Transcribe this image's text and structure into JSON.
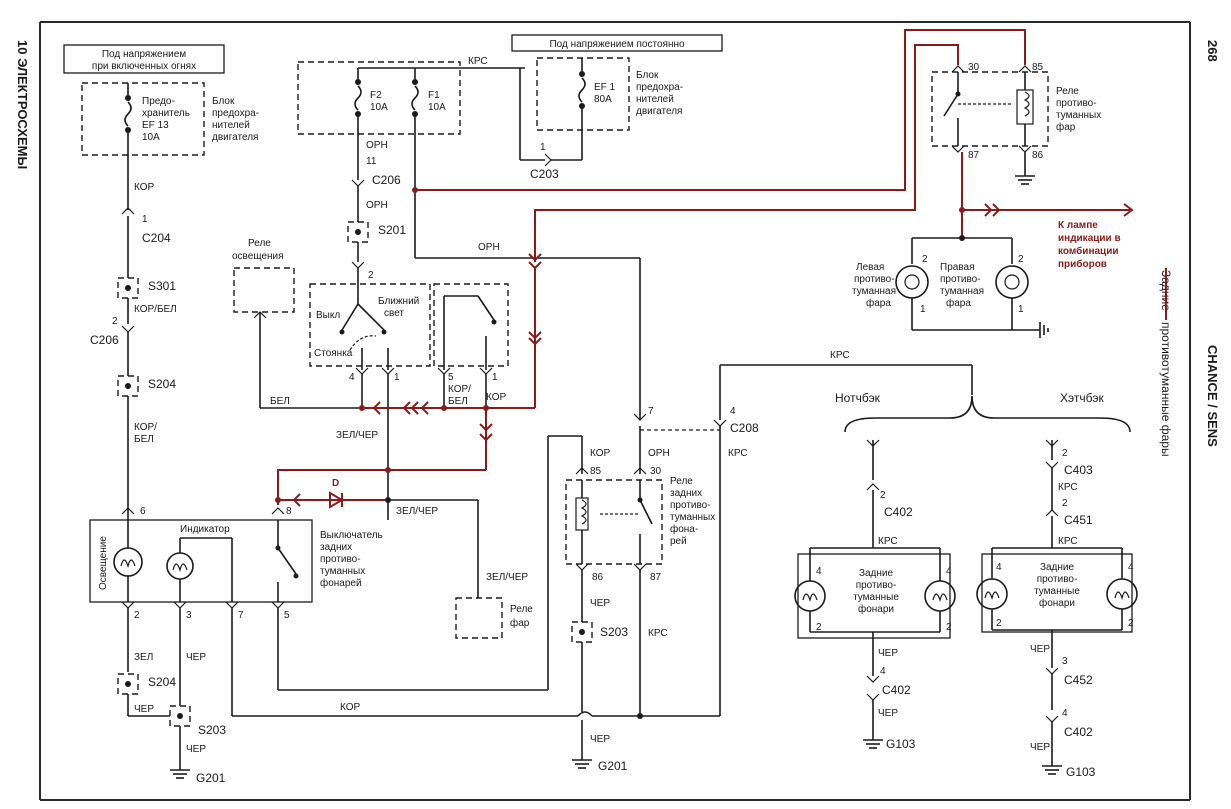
{
  "margin": {
    "left_header": "10 ЭЛЕКТРОСХЕМЫ",
    "page_number": "268",
    "model": "CHANCE / SENS",
    "title_struck": "Задние",
    "title_rest": "противотуманные фары"
  },
  "top": {
    "lights_on_label": [
      "Под напряжением",
      "при включенных огнях"
    ],
    "constant_label": "Под напряжением постоянно",
    "wire_top": "КРС"
  },
  "fuse_ef13": {
    "label": [
      "Предо-",
      "хранитель",
      "EF 13",
      "10A"
    ],
    "block": [
      "Блок",
      "предохра-",
      "нителей",
      "двигателя"
    ]
  },
  "fuse_f2": {
    "name": "F2",
    "rating": "10A"
  },
  "fuse_f1": {
    "name": "F1",
    "rating": "10A"
  },
  "fuse_ef1": {
    "name": "EF 1",
    "rating": "80A",
    "block": [
      "Блок",
      "предохра-",
      "нителей",
      "двигателя"
    ]
  },
  "connectors": {
    "c203": "C203",
    "c203_pin": "1",
    "c204": "C204",
    "c204_pin": "1",
    "c206_top": "C206",
    "c206_top_pin": "11",
    "c206_left": "C206",
    "c206_left_pin": "2",
    "s201": "S201",
    "s201_pin": "2",
    "s301": "S301",
    "s204_upper": "S204",
    "s204_lower": "S204",
    "s203_left": "S203",
    "s203_mid": "S203",
    "c208": "C208",
    "c208_pin": "4",
    "c208_pin_relay": "7"
  },
  "wires": {
    "kor_1": "КОР",
    "kor_bel_1": "КОР/БЕЛ",
    "kor_bel_2": [
      "КОР/",
      "БЕЛ"
    ],
    "orn_1": "ОРН",
    "orn_2": "ОРН",
    "orn_3": "ОРН",
    "orn_relay": "ОРН",
    "bel": "БЕЛ",
    "kor_bel_sw": [
      "КОР/",
      "БЕЛ"
    ],
    "kor_sw": "КОР",
    "zel_cher_1": "ЗЕЛ/ЧЕР",
    "zel_cher_2": "ЗЕЛ/ЧЕР",
    "zel_cher_3": "ЗЕЛ/ЧЕР",
    "zel": "ЗЕЛ",
    "cher_left_1": "ЧЕР",
    "cher_left_2": "ЧЕР",
    "cher_left_3": "ЧЕР",
    "kor_bottom": "КОР",
    "kor_relay": "КОР",
    "cher_relay": "ЧЕР",
    "cher_relay_2": "ЧЕР",
    "krs_relay": "КРС",
    "krs_c208": "КРС",
    "krs_top_right": "КРС"
  },
  "light_switch": {
    "off": "Выкл",
    "park": "Стоянка",
    "low_beam": [
      "Ближний",
      "свет"
    ],
    "pins": [
      "4",
      "1",
      "5",
      "1"
    ]
  },
  "relays": {
    "lighting": [
      "Реле",
      "освещения"
    ],
    "headlight": [
      "Реле",
      "фар"
    ],
    "fog_front": {
      "label": [
        "Реле",
        "противо-",
        "туманных",
        "фар"
      ],
      "pins": {
        "p30": "30",
        "p85": "85",
        "p87": "87",
        "p86": "86"
      }
    },
    "fog_rear": {
      "label": [
        "Реле",
        "задних",
        "противо-",
        "туманных",
        "фона-",
        "рей"
      ],
      "pins": {
        "p85": "85",
        "p30": "30",
        "p86": "86",
        "p87": "87"
      }
    }
  },
  "indicator_note": [
    "К лампе",
    "индикации в",
    "комбинации",
    "приборов"
  ],
  "front_fogs": {
    "left": [
      "Левая",
      "противо-",
      "туманная",
      "фара"
    ],
    "right": [
      "Правая",
      "противо-",
      "туманная",
      "фара"
    ],
    "pins": [
      "2",
      "1",
      "2",
      "1"
    ]
  },
  "rear_switch": {
    "label": [
      "Выключатель",
      "задних",
      "противо-",
      "туманных",
      "фонарей"
    ],
    "illumination": "Освещение",
    "indicator": "Индикатор",
    "pins_top": [
      "6",
      "8"
    ],
    "pins_bottom": [
      "2",
      "3",
      "7",
      "5"
    ]
  },
  "diode_label": "D",
  "grounds": {
    "g201_left": "G201",
    "g201_mid": "G201",
    "g103_left": "G103",
    "g103_right": "G103"
  },
  "notchback": {
    "title": "Нотчбэк",
    "c402_top": "C402",
    "c402_top_pin": "2",
    "krs": "КРС",
    "lamps": [
      "Задние",
      "противо-",
      "туманные",
      "фонари"
    ],
    "lamp_pins": [
      "4",
      "2",
      "4",
      "2"
    ],
    "cher_1": "ЧЕР",
    "c402_bottom": "C402",
    "c402_bottom_pin": "4",
    "cher_2": "ЧЕР"
  },
  "hatchback": {
    "title": "Хэтчбэк",
    "c403": "C403",
    "c403_pin": "2",
    "krs_1": "КРС",
    "c451": "C451",
    "c451_pin": "2",
    "krs_2": "КРС",
    "lamps": [
      "Задние",
      "противо-",
      "туманные",
      "фонари"
    ],
    "lamp_pins": [
      "4",
      "2",
      "4",
      "2"
    ],
    "cher_1": "ЧЕР",
    "c452": "C452",
    "c452_pin": "3",
    "c402": "C402",
    "c402_pin": "4",
    "cher_2": "ЧЕР"
  }
}
